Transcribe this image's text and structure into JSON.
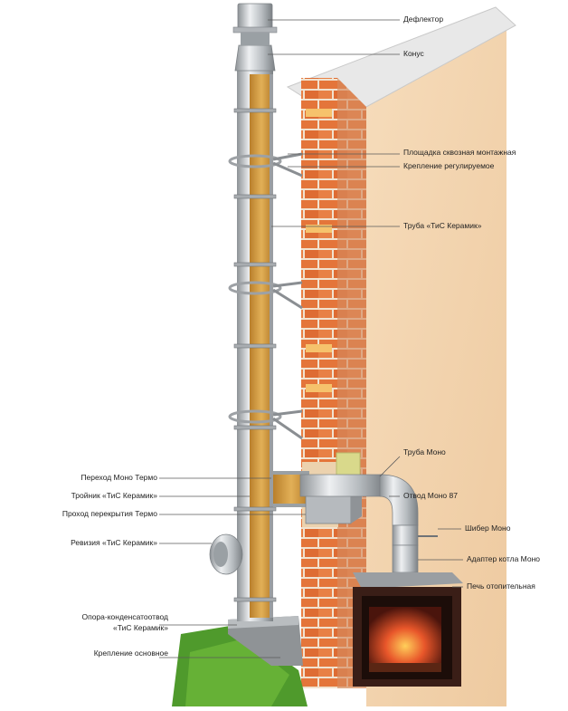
{
  "labels": {
    "deflector": "Дефлектор",
    "cone": "Конус",
    "platform": "Площадка сквозная монтажная",
    "mount_adjustable": "Крепление регулируемое",
    "pipe_tis": "Труба «ТиС Керамик»",
    "pipe_mono": "Труба Моно",
    "transition_mono_termo": "Переход Моно Термо",
    "bend_mono": "Отвод Моно 87",
    "tee_tis": "Тройник «ТиС Керамик»",
    "ceiling_pass": "Проход перекрытия Термо",
    "damper_mono": "Шибер Моно",
    "revision_tis": "Ревизия «ТиС Керамик»",
    "boiler_adapter": "Адаптер котла Моно",
    "stove": "Печь отопительная",
    "support_condensate_1": "Опора-конденсатоотвод",
    "support_condensate_2": "«ТиС Керамик»",
    "mount_main": "Крепление основное"
  },
  "colors": {
    "wall": "#f3d7b4",
    "roof": "#e4e4e4",
    "brick": "#e4753a",
    "brick_light": "#f6c26c",
    "insulation": "#d8a14a",
    "steel": "#c4c8cc",
    "grass": "#4f9a2c",
    "stove_body": "#3a1e17",
    "fire": "#e8562a",
    "leader": "#5a5a5a"
  }
}
